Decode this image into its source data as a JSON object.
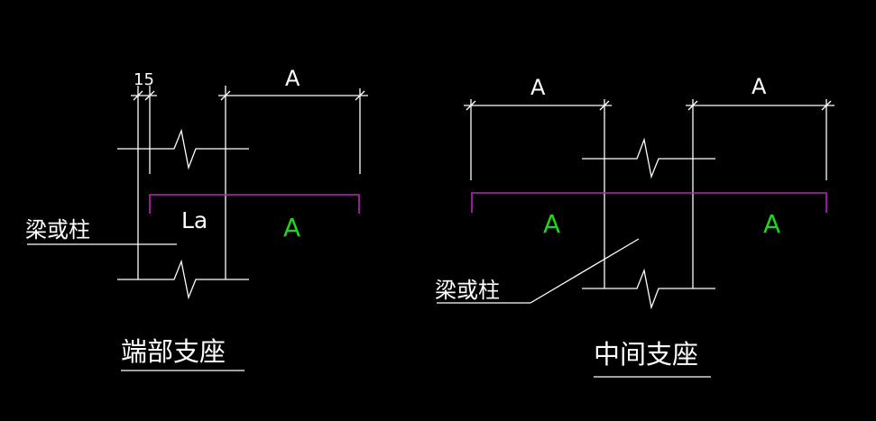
{
  "colors": {
    "background": "#000000",
    "line": "#ffffff",
    "rebar": "#c020c0",
    "dimension_text_green": "#1fd61f"
  },
  "end_support": {
    "dim_15": "15",
    "dim_a_top": "A",
    "la_label": "La",
    "a_green": "A",
    "member_label": "梁或柱",
    "caption": "端部支座"
  },
  "middle_support": {
    "dim_a_left": "A",
    "dim_a_right": "A",
    "a_green_left": "A",
    "a_green_right": "A",
    "member_label": "梁或柱",
    "caption": "中间支座"
  }
}
